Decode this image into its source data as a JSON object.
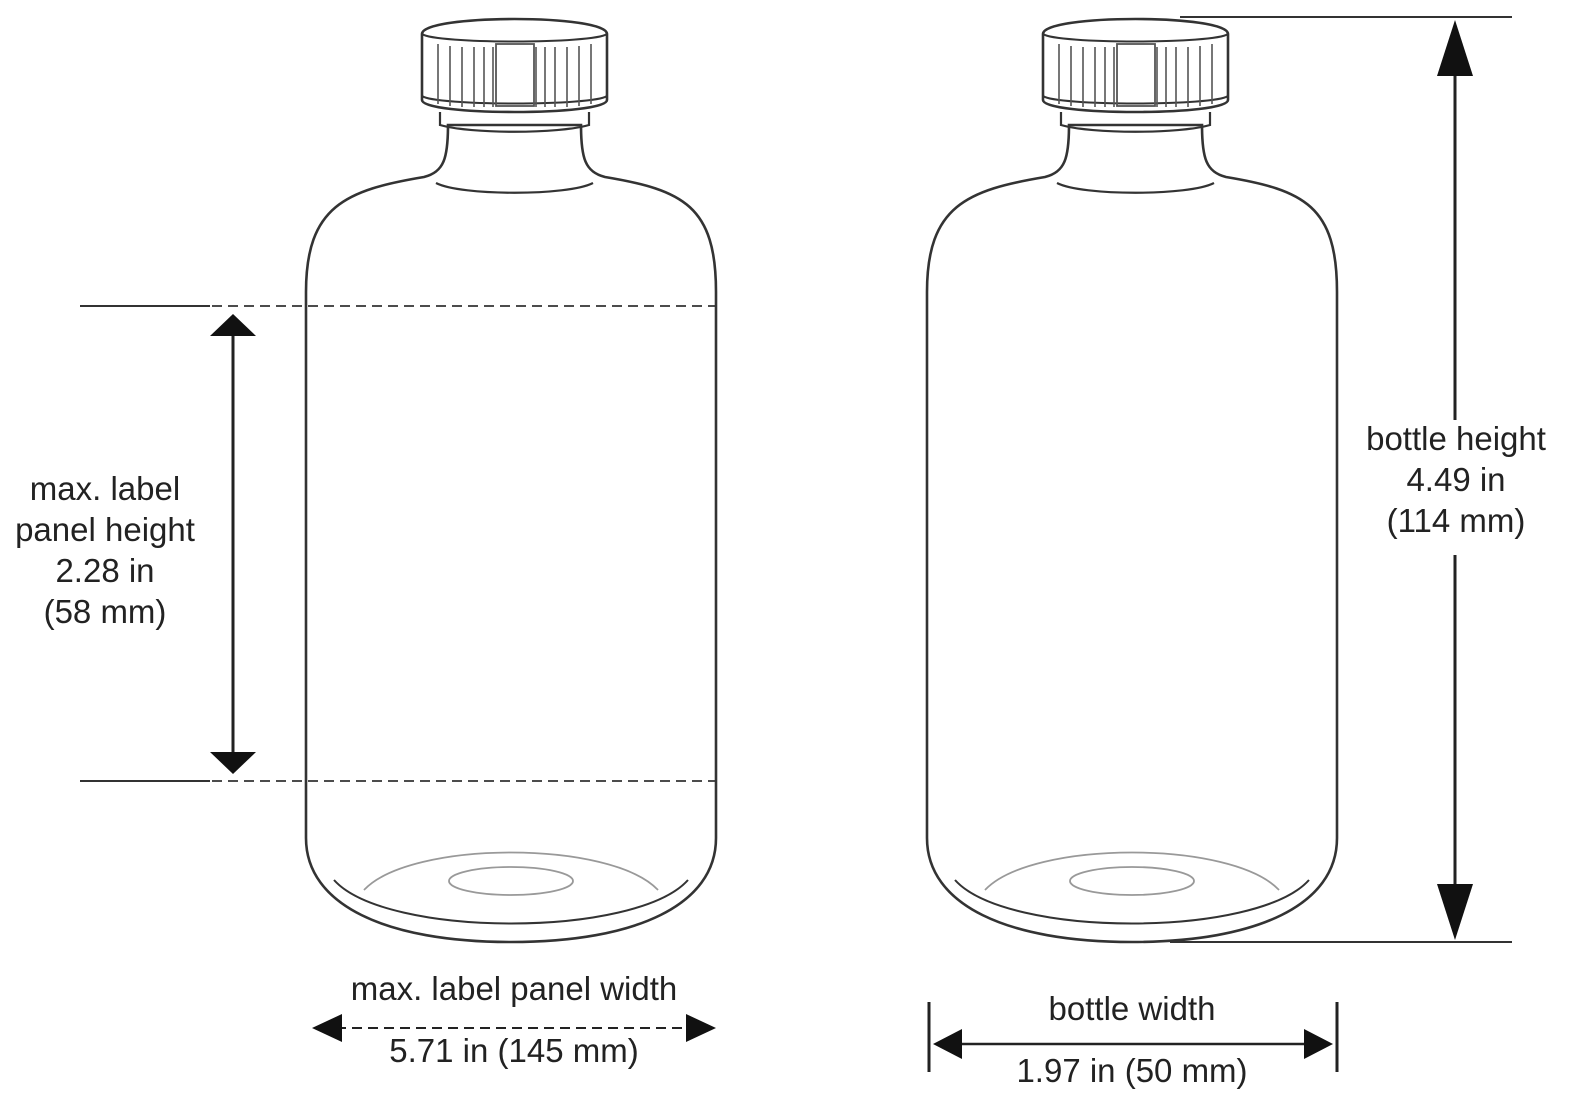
{
  "left_bottle": {
    "label_height": {
      "line1": "max. label",
      "line2": "panel height",
      "line3": "2.28 in",
      "line4": "(58 mm)"
    },
    "label_width": {
      "title": "max. label panel width",
      "value": "5.71 in (145 mm)"
    }
  },
  "right_bottle": {
    "bottle_height": {
      "line1": "bottle height",
      "line2": "4.49 in",
      "line3": "(114 mm)"
    },
    "bottle_width": {
      "title": "bottle width",
      "value": "1.97 in (50 mm)"
    }
  }
}
